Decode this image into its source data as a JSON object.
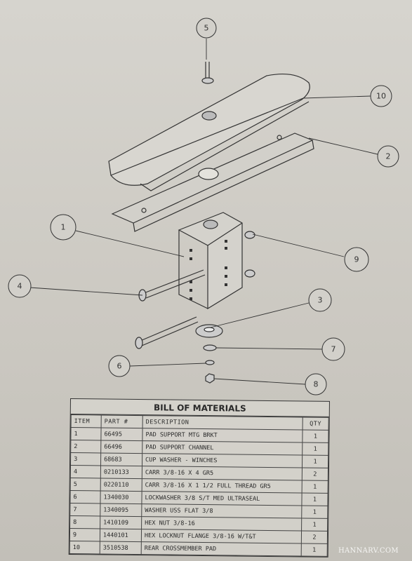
{
  "callouts": [
    "5",
    "10",
    "2",
    "1",
    "9",
    "4",
    "3",
    "7",
    "6",
    "8"
  ],
  "bom": {
    "title": "BILL OF MATERIALS",
    "headers": {
      "item": "ITEM",
      "part": "PART #",
      "description": "DESCRIPTION",
      "qty": "QTY"
    },
    "rows": [
      {
        "item": "1",
        "part": "66495",
        "description": "PAD SUPPORT MTG BRKT",
        "qty": "1"
      },
      {
        "item": "2",
        "part": "66496",
        "description": "PAD SUPPORT CHANNEL",
        "qty": "1"
      },
      {
        "item": "3",
        "part": "68683",
        "description": "CUP WASHER - WINCHES",
        "qty": "1"
      },
      {
        "item": "4",
        "part": "0210133",
        "description": "CARR 3/8-16 X 4 GR5",
        "qty": "2"
      },
      {
        "item": "5",
        "part": "0220110",
        "description": "CARR 3/8-16 X 1 1/2 FULL THREAD GR5",
        "qty": "1"
      },
      {
        "item": "6",
        "part": "1340030",
        "description": "LOCKWASHER 3/8 S/T MED ULTRASEAL",
        "qty": "1"
      },
      {
        "item": "7",
        "part": "1340095",
        "description": "WASHER USS FLAT 3/8",
        "qty": "1"
      },
      {
        "item": "8",
        "part": "1410109",
        "description": "HEX NUT 3/8-16",
        "qty": "1"
      },
      {
        "item": "9",
        "part": "1440101",
        "description": "HEX LOCKNUT FLANGE 3/8-16 W/T&T",
        "qty": "2"
      },
      {
        "item": "10",
        "part": "3510538",
        "description": "REAR CROSSMEMBER PAD",
        "qty": "1"
      }
    ]
  },
  "watermark": "HANNARV.COM"
}
